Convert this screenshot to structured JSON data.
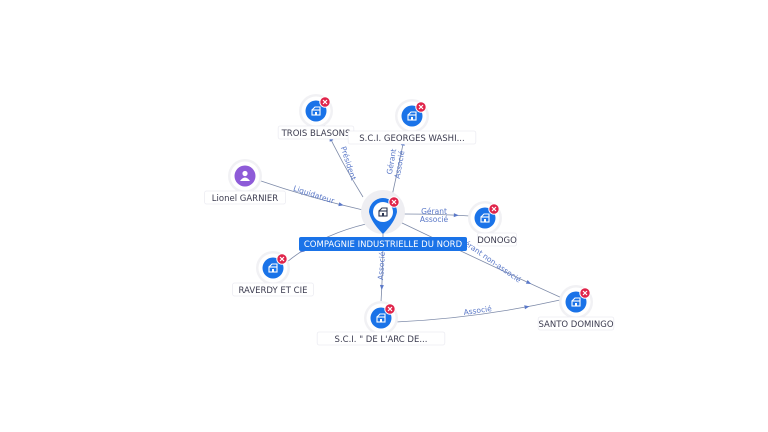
{
  "graph": {
    "center": {
      "label": "COMPAGNIE INDUSTRIELLE DU NORD",
      "icon": "company-icon",
      "status": "closed"
    },
    "nodes": [
      {
        "id": "trois-blasons",
        "label": "TROIS BLASONS",
        "icon": "company-icon",
        "status": "closed"
      },
      {
        "id": "georges-washi",
        "label": "S.C.I. GEORGES WASHI...",
        "icon": "company-icon",
        "status": "closed"
      },
      {
        "id": "lionel-garnier",
        "label": "Lionel GARNIER",
        "icon": "person-icon",
        "status": "active"
      },
      {
        "id": "donogo",
        "label": "DONOGO",
        "icon": "company-icon",
        "status": "closed"
      },
      {
        "id": "raverdy",
        "label": "RAVERDY ET CIE",
        "icon": "company-icon",
        "status": "closed"
      },
      {
        "id": "arc-de",
        "label": "S.C.I. \" DE L'ARC DE...",
        "icon": "company-icon",
        "status": "closed"
      },
      {
        "id": "santo-domingo",
        "label": "SANTO DOMINGO",
        "icon": "company-icon",
        "status": "closed"
      }
    ],
    "edges": [
      {
        "from": "center",
        "to": "trois-blasons",
        "labels": [
          "Président"
        ]
      },
      {
        "from": "center",
        "to": "georges-washi",
        "labels": [
          "Gérant",
          "Associé"
        ]
      },
      {
        "from": "lionel-garnier",
        "to": "center",
        "labels": [
          "Liquidateur"
        ]
      },
      {
        "from": "center",
        "to": "donogo",
        "labels": [
          "Gérant",
          "Associé"
        ]
      },
      {
        "from": "center",
        "to": "raverdy",
        "labels": []
      },
      {
        "from": "center",
        "to": "arc-de",
        "labels": [
          "Associé"
        ]
      },
      {
        "from": "center",
        "to": "santo-domingo",
        "labels": [
          "Gérant non-associé"
        ]
      },
      {
        "from": "arc-de",
        "to": "santo-domingo",
        "labels": [
          "Associé"
        ]
      }
    ],
    "colors": {
      "company": "#1a73e8",
      "person": "#8e5bd8",
      "closed_badge": "#e0244a",
      "edge": "#7d8aa8",
      "edge_label": "#5a78c8",
      "center_label_bg": "#1a73e8"
    }
  }
}
